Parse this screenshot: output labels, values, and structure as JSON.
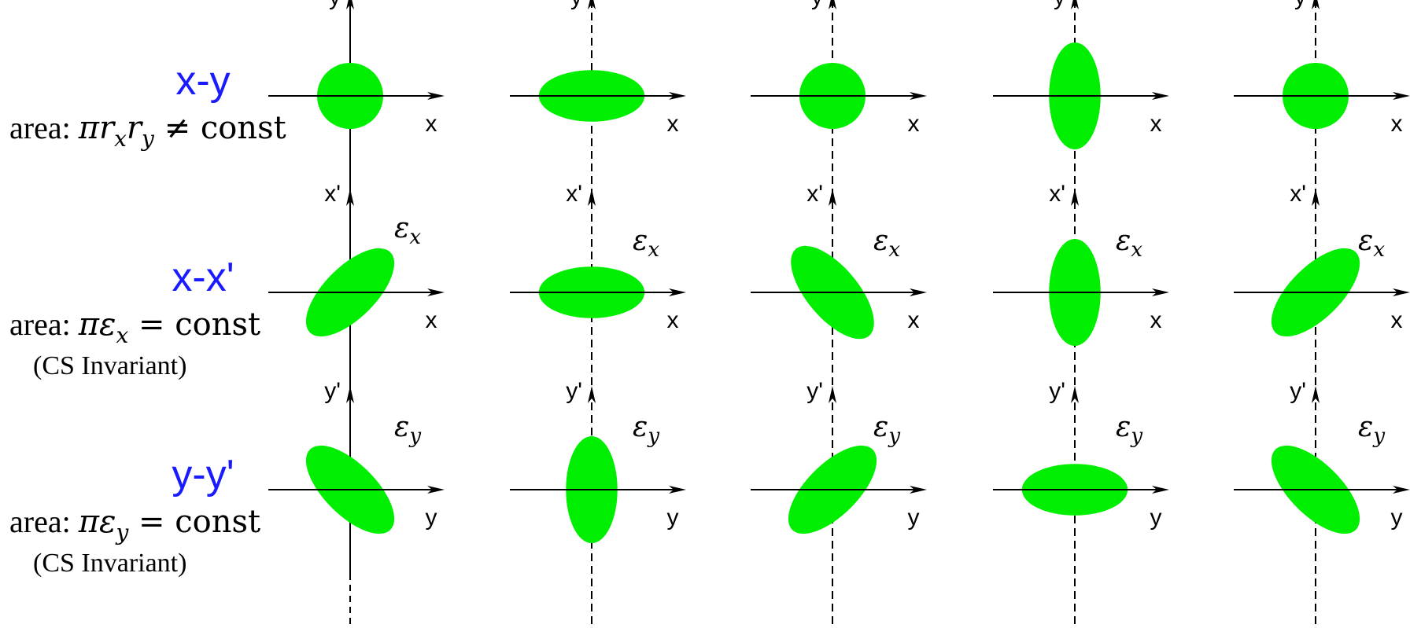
{
  "rows": [
    {
      "title": "x-y",
      "area_prefix": "area: ",
      "area_formula": {
        "pi": "π",
        "a": "r",
        "a_sub": "x",
        "b": "r",
        "b_sub": "y",
        "rel": " ≠ ",
        "rhs": "const"
      },
      "note": "",
      "emit_symbol": "",
      "emit_sub": "",
      "h_axis_label": "x",
      "v_axis_label": "y",
      "ellipses": [
        {
          "rx": 1.0,
          "ry": 1.0,
          "tilt_deg": 0
        },
        {
          "rx": 1.6,
          "ry": 0.78,
          "tilt_deg": 0
        },
        {
          "rx": 1.0,
          "ry": 1.0,
          "tilt_deg": 0
        },
        {
          "rx": 0.78,
          "ry": 1.62,
          "tilt_deg": 0
        },
        {
          "rx": 1.0,
          "ry": 1.0,
          "tilt_deg": 0
        }
      ]
    },
    {
      "title": "x-x'",
      "area_prefix": "area: ",
      "area_formula": {
        "pi": "π",
        "a": "ε",
        "a_sub": "x",
        "rel": " = ",
        "rhs": "const"
      },
      "note": "(CS Invariant)",
      "emit_symbol": "ε",
      "emit_sub": "x",
      "h_axis_label": "x",
      "v_axis_label": "x'",
      "ellipses": [
        {
          "rx": 1.72,
          "ry": 0.78,
          "tilt_deg": 45
        },
        {
          "rx": 1.6,
          "ry": 0.78,
          "tilt_deg": 0
        },
        {
          "rx": 1.72,
          "ry": 0.78,
          "tilt_deg": -50
        },
        {
          "rx": 0.78,
          "ry": 1.62,
          "tilt_deg": 0
        },
        {
          "rx": 1.72,
          "ry": 0.78,
          "tilt_deg": 45
        }
      ]
    },
    {
      "title": "y-y'",
      "area_prefix": "area: ",
      "area_formula": {
        "pi": "π",
        "a": "ε",
        "a_sub": "y",
        "rel": " = ",
        "rhs": "const"
      },
      "note": "(CS Invariant)",
      "emit_symbol": "ε",
      "emit_sub": "y",
      "h_axis_label": "y",
      "v_axis_label": "y'",
      "ellipses": [
        {
          "rx": 1.72,
          "ry": 0.78,
          "tilt_deg": -45
        },
        {
          "rx": 0.78,
          "ry": 1.62,
          "tilt_deg": 0
        },
        {
          "rx": 1.72,
          "ry": 0.78,
          "tilt_deg": 45
        },
        {
          "rx": 1.6,
          "ry": 0.78,
          "tilt_deg": 0
        },
        {
          "rx": 1.72,
          "ry": 0.78,
          "tilt_deg": -45
        }
      ]
    }
  ],
  "colors": {
    "ellipse_fill": "#00ee00",
    "title": "#1a1aff",
    "axis": "#000000"
  }
}
